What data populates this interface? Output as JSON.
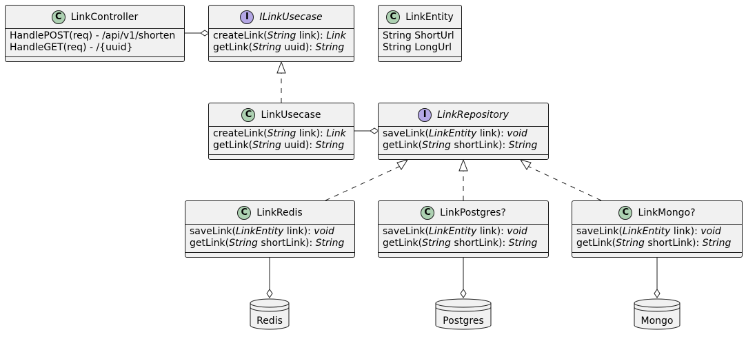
{
  "classes": {
    "link_controller": {
      "name": "LinkController",
      "stereotype": "C",
      "members": [
        "HandlePOST(req) - /api/v1/shorten",
        "HandleGET(req) - /{uuid}"
      ]
    },
    "ilink_usecase": {
      "name": "ILinkUsecase",
      "stereotype": "I",
      "methods": [
        {
          "name": "createLink(",
          "ptype": "String",
          "param": " link): ",
          "ret": "Link"
        },
        {
          "name": "getLink(",
          "ptype": "String",
          "param": " uuid): ",
          "ret": "String"
        }
      ]
    },
    "link_entity": {
      "name": "LinkEntity",
      "stereotype": "C",
      "members": [
        "String ShortUrl",
        "String LongUrl"
      ]
    },
    "link_usecase": {
      "name": "LinkUsecase",
      "stereotype": "C",
      "methods": [
        {
          "name": "createLink(",
          "ptype": "String",
          "param": " link): ",
          "ret": "Link"
        },
        {
          "name": "getLink(",
          "ptype": "String",
          "param": " uuid): ",
          "ret": "String"
        }
      ]
    },
    "link_repository": {
      "name": "LinkRepository",
      "stereotype": "I",
      "methods": [
        {
          "name": "saveLink(",
          "ptype": "LinkEntity",
          "param": " link): ",
          "ret": "void"
        },
        {
          "name": "getLink(",
          "ptype": "String",
          "param": " shortLink): ",
          "ret": "String"
        }
      ]
    },
    "link_redis": {
      "name": "LinkRedis",
      "stereotype": "C",
      "methods": [
        {
          "name": "saveLink(",
          "ptype": "LinkEntity",
          "param": " link): ",
          "ret": "void"
        },
        {
          "name": "getLink(",
          "ptype": "String",
          "param": " shortLink): ",
          "ret": "String"
        }
      ]
    },
    "link_postgres": {
      "name": "LinkPostgres?",
      "stereotype": "C",
      "methods": [
        {
          "name": "saveLink(",
          "ptype": "LinkEntity",
          "param": " link): ",
          "ret": "void"
        },
        {
          "name": "getLink(",
          "ptype": "String",
          "param": " shortLink): ",
          "ret": "String"
        }
      ]
    },
    "link_mongo": {
      "name": "LinkMongo?",
      "stereotype": "C",
      "methods": [
        {
          "name": "saveLink(",
          "ptype": "LinkEntity",
          "param": " link): ",
          "ret": "void"
        },
        {
          "name": "getLink(",
          "ptype": "String",
          "param": " shortLink): ",
          "ret": "String"
        }
      ]
    }
  },
  "databases": {
    "redis": "Redis",
    "postgres": "Postgres",
    "mongo": "Mongo"
  },
  "relations": [
    {
      "from": "link_controller",
      "to": "ilink_usecase",
      "kind": "aggregation"
    },
    {
      "from": "link_usecase",
      "to": "ilink_usecase",
      "kind": "realization"
    },
    {
      "from": "link_usecase",
      "to": "link_repository",
      "kind": "aggregation"
    },
    {
      "from": "link_redis",
      "to": "link_repository",
      "kind": "realization"
    },
    {
      "from": "link_postgres",
      "to": "link_repository",
      "kind": "realization"
    },
    {
      "from": "link_mongo",
      "to": "link_repository",
      "kind": "realization"
    },
    {
      "from": "link_redis",
      "to": "redis",
      "kind": "aggregation"
    },
    {
      "from": "link_postgres",
      "to": "postgres",
      "kind": "aggregation"
    },
    {
      "from": "link_mongo",
      "to": "mongo",
      "kind": "aggregation"
    }
  ],
  "colors": {
    "class_fill": "#f1f1f1",
    "border": "#181818",
    "class_icon": "#add1b2",
    "interface_icon": "#b4a7e5"
  }
}
